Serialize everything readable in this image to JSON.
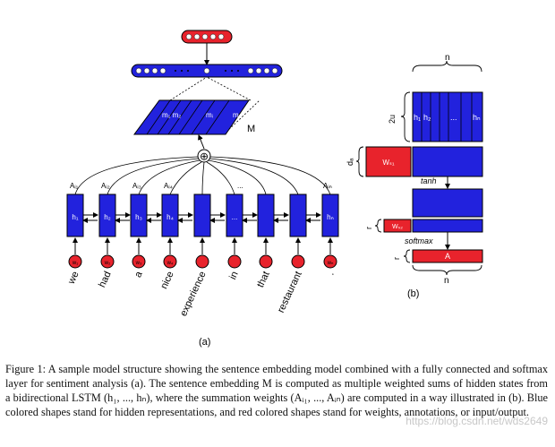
{
  "figure": {
    "panel_a": {
      "label": "(a)",
      "matrix_label": "M",
      "matrix_columns": [
        "m₁ m₂",
        "mᵢ",
        "mᵣ"
      ],
      "attention_labels": [
        "Aᵢ₁",
        "Aᵢ₂",
        "Aᵢ₃",
        "Aᵢ₄",
        "",
        "...",
        "",
        "Aᵢₙ"
      ],
      "hidden_labels": [
        "h₁",
        "h₂",
        "h₃",
        "h₄",
        "",
        "...",
        "",
        "hₙ"
      ],
      "input_labels": [
        "w₁",
        "w₂",
        "w₃",
        "w₄",
        "",
        "",
        "",
        "wₙ"
      ],
      "words": [
        "we",
        "had",
        "a",
        "nice",
        "experience",
        "in",
        "that",
        "restaurant",
        "."
      ],
      "combine_symbol": "⊕"
    },
    "panel_b": {
      "label": "(b)",
      "n_top": "n",
      "n_bottom": "n",
      "dim_2u": "2u",
      "dim_da": "dₐ",
      "dim_r1": "r",
      "dim_r2": "r",
      "hidden_cols": [
        "h₁",
        "h₂",
        "...",
        "hₙ"
      ],
      "ws1_label": "Wₛ₁",
      "ws2_label": "Wₛ₂",
      "tanh_label": "tanh",
      "softmax_label": "softmax",
      "a_label": "A"
    },
    "colors": {
      "blue": "#2222dd",
      "red": "#e8232c"
    }
  },
  "caption": {
    "text": "Figure 1: A sample model structure showing the sentence embedding model combined with a fully connected and softmax layer for sentiment analysis (a). The sentence embedding M is computed as multiple weighted sums of hidden states from a bidirectional LSTM (h₁, ..., hₙ), where the summation weights (Aᵢ₁, ..., Aᵢₙ) are computed in a way illustrated in (b). Blue colored shapes stand for hidden representations, and red colored shapes stand for weights, annotations, or input/output."
  },
  "watermark": "https://blog.csdn.net/wds2649"
}
